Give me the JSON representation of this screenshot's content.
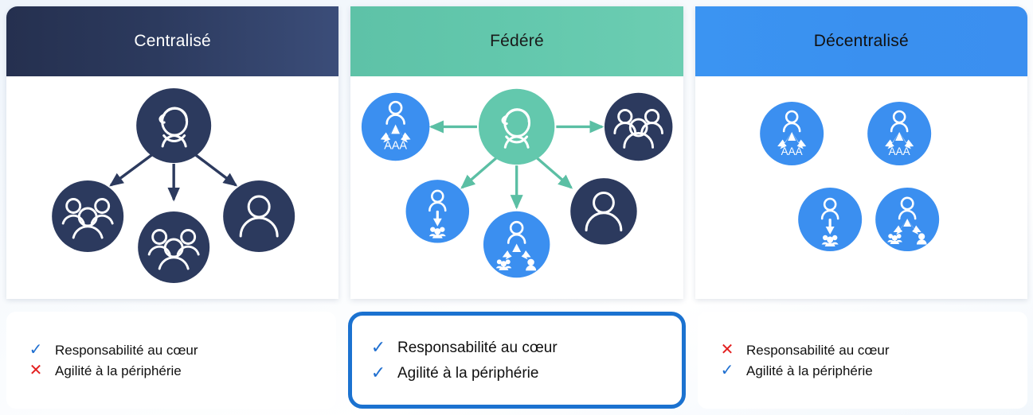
{
  "background_color": "#eef4fb",
  "palette": {
    "navy": "#2c3a5e",
    "teal": "#63c8ad",
    "blue": "#3b8ff0",
    "highlight_border": "#1b72d0",
    "check_color": "#1f6fd0",
    "cross_color": "#e32020"
  },
  "columns": [
    {
      "id": "centralise",
      "header": {
        "title": "Centralisé",
        "background": "#2c3a5e",
        "text_color": "#ffffff"
      },
      "diagram": {
        "type": "hub-and-spoke",
        "center_node": {
          "icon": "person-headset-icon",
          "color": "#2c3a5e"
        },
        "arrow_color": "#2c3a5e",
        "spoke_nodes": [
          {
            "icon": "group-of-three-icon",
            "color": "#2c3a5e",
            "label": ""
          },
          {
            "icon": "group-of-three-icon",
            "color": "#2c3a5e",
            "label": ""
          },
          {
            "icon": "single-person-icon",
            "color": "#2c3a5e",
            "label": ""
          }
        ]
      },
      "notes": {
        "highlighted": false,
        "items": [
          {
            "mark": "check",
            "glyph": "✓",
            "text": "Responsabilité au cœur"
          },
          {
            "mark": "cross",
            "glyph": "✕",
            "text": "Agilité à la périphérie"
          }
        ]
      }
    },
    {
      "id": "federe",
      "header": {
        "title": "Fédéré",
        "background": "#63c8ad",
        "text_color": "#1a1a1a"
      },
      "diagram": {
        "type": "hub-and-spoke",
        "center_node": {
          "icon": "person-headset-icon",
          "color": "#63c8ad"
        },
        "arrow_color": "#5bbfa4",
        "spoke_nodes": [
          {
            "icon": "delegation-aaa-icon",
            "color": "#3b8ff0",
            "label": "AAA"
          },
          {
            "icon": "group-of-three-icon",
            "color": "#2c3a5e",
            "label": ""
          },
          {
            "icon": "person-down-to-team-icon",
            "color": "#3b8ff0",
            "label": ""
          },
          {
            "icon": "person-splits-to-team-and-person-icon",
            "color": "#3b8ff0",
            "label": ""
          },
          {
            "icon": "single-person-icon",
            "color": "#2c3a5e",
            "label": ""
          }
        ]
      },
      "notes": {
        "highlighted": true,
        "items": [
          {
            "mark": "check",
            "glyph": "✓",
            "text": "Responsabilité au cœur"
          },
          {
            "mark": "check",
            "glyph": "✓",
            "text": "Agilité à la périphérie"
          }
        ]
      }
    },
    {
      "id": "decentralise",
      "header": {
        "title": "Décentralisé",
        "background": "#3b8ff0",
        "text_color": "#111111"
      },
      "diagram": {
        "type": "scattered-nodes",
        "arrow_color": "none",
        "spoke_nodes": [
          {
            "icon": "delegation-aaa-icon",
            "color": "#3b8ff0",
            "label": "AAA"
          },
          {
            "icon": "delegation-aaa-icon",
            "color": "#3b8ff0",
            "label": "AAA"
          },
          {
            "icon": "person-down-to-team-icon",
            "color": "#3b8ff0",
            "label": ""
          },
          {
            "icon": "person-splits-to-team-and-person-icon",
            "color": "#3b8ff0",
            "label": ""
          }
        ]
      },
      "notes": {
        "highlighted": false,
        "items": [
          {
            "mark": "cross",
            "glyph": "✕",
            "text": "Responsabilité au cœur"
          },
          {
            "mark": "check",
            "glyph": "✓",
            "text": "Agilité à la périphérie"
          }
        ]
      }
    }
  ]
}
